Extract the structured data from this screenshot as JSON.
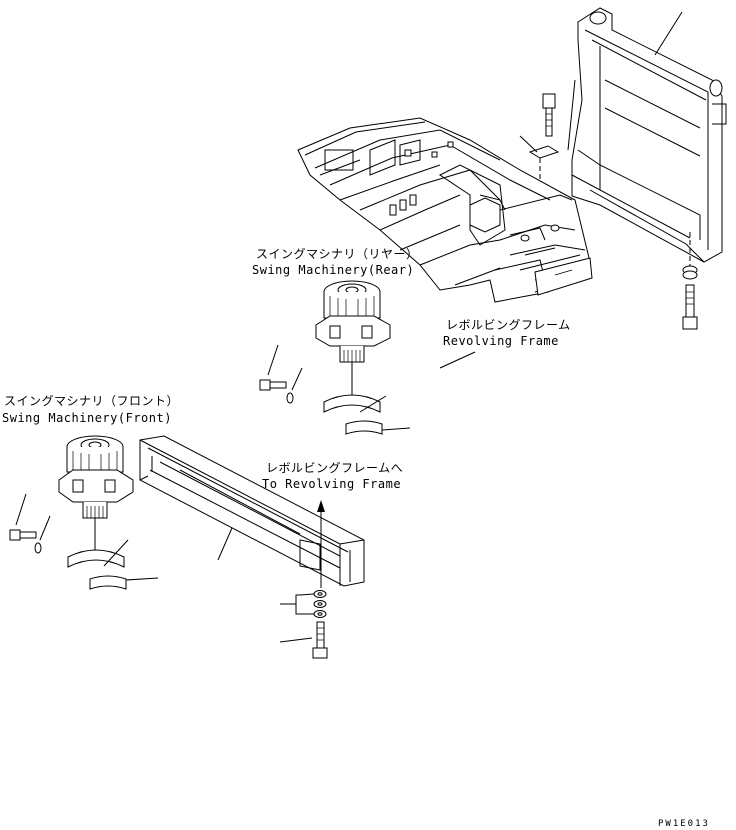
{
  "labels": {
    "rear_jp": "スイングマシナリ（リヤー）",
    "rear_en": "Swing Machinery(Rear)",
    "frame_jp": "レボルビングフレーム",
    "frame_en": "Revolving Frame",
    "front_jp": "スイングマシナリ（フロント）",
    "front_en": "Swing Machinery(Front)",
    "to_frame_jp": "レボルビングフレームへ",
    "to_frame_en": "To Revolving Frame"
  },
  "drawing_code": "PW1E013",
  "icons": [
    "swing-machinery-rear",
    "swing-machinery-front",
    "revolving-frame",
    "cross-beam",
    "bracket-frame",
    "bolt",
    "washer",
    "shim"
  ]
}
